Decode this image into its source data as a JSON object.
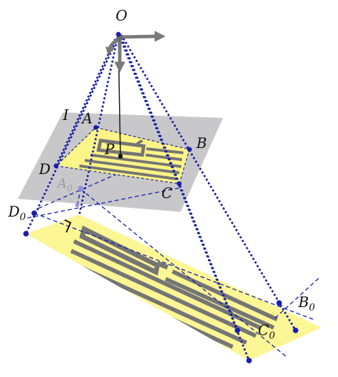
{
  "labels": {
    "O": "O",
    "I": "I",
    "A": "A",
    "B": "B",
    "C": "C",
    "D": "D",
    "P": "P",
    "A0": "A",
    "A0_sub": "0",
    "B0": "B",
    "B0_sub": "0",
    "C0": "C",
    "C0_sub": "0",
    "D0": "D",
    "D0_sub": "0"
  },
  "colors": {
    "image_plane": "#c8c8ca",
    "document": "#fbf487",
    "document_lower": "#fcf694",
    "print_lines": "#757575",
    "projection_lines": "#1c22a8",
    "points": "#1b1fb0",
    "arrows": "#7a7a7a"
  }
}
